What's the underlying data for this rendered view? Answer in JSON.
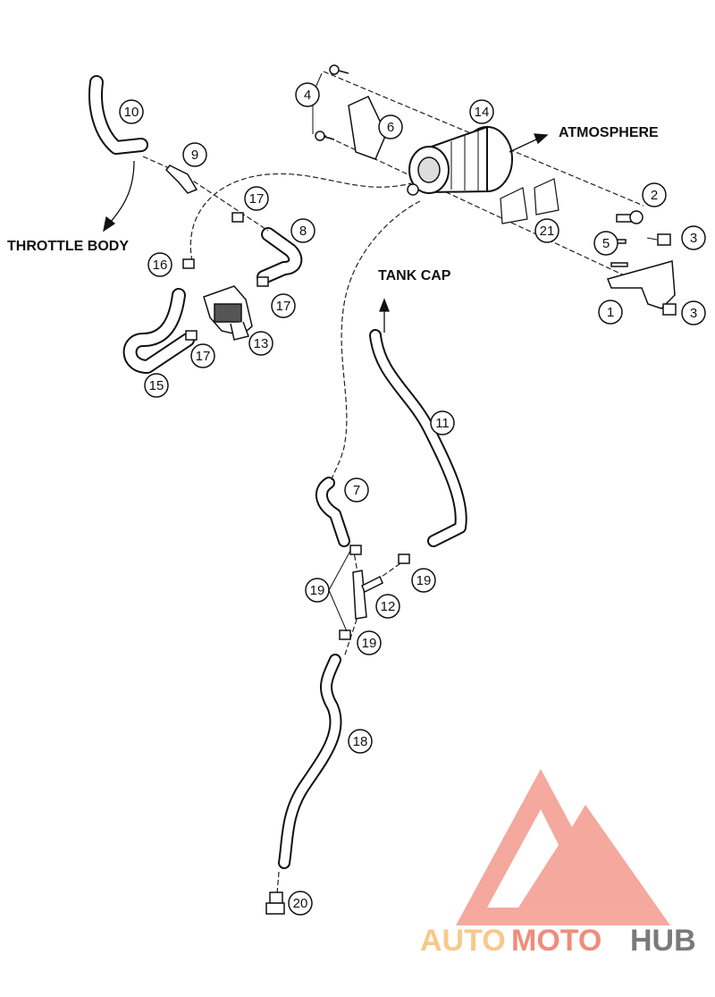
{
  "labels": {
    "throttle_body": "THROTTLE BODY",
    "atmosphere": "ATMOSPHERE",
    "tank_cap": "TANK CAP"
  },
  "callouts": {
    "c1": "1",
    "c2": "2",
    "c3a": "3",
    "c3b": "3",
    "c4": "4",
    "c5": "5",
    "c6": "6",
    "c7": "7",
    "c8": "8",
    "c9": "9",
    "c10": "10",
    "c11": "11",
    "c12": "12",
    "c13": "13",
    "c14": "14",
    "c15": "15",
    "c16": "16",
    "c17a": "17",
    "c17b": "17",
    "c17c": "17",
    "c18": "18",
    "c19a": "19",
    "c19b": "19",
    "c19c": "19",
    "c20": "20",
    "c21": "21"
  },
  "watermark": {
    "auto": "AUTO",
    "moto": "MOTO",
    "hub": "HUB",
    "colors": {
      "auto": "#f7c98a",
      "moto": "#f08c7c",
      "hub": "#7a7a7a",
      "logo": "#f39a8e"
    }
  }
}
